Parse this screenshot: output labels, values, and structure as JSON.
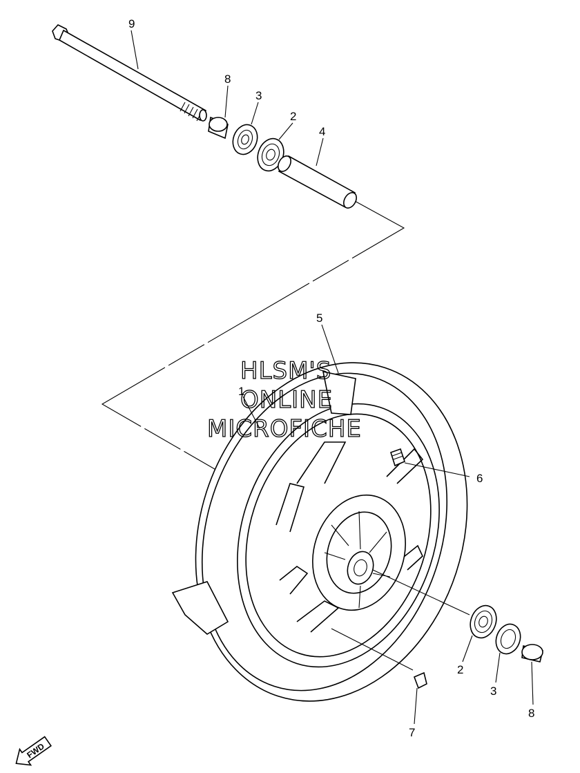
{
  "watermark": {
    "line1": "HLSM'S",
    "line2": "ONLINE",
    "line3": "MICROFICHE"
  },
  "callouts": {
    "c9": "9",
    "c8_top": "8",
    "c3_top": "3",
    "c2_top": "2",
    "c4": "4",
    "c5": "5",
    "c1": "1",
    "c6": "6",
    "c2_bottom": "2",
    "c3_bottom": "3",
    "c8_bottom": "8",
    "c7": "7"
  },
  "direction_badge": {
    "label": "FWD",
    "icon": "forward-arrow-icon"
  }
}
